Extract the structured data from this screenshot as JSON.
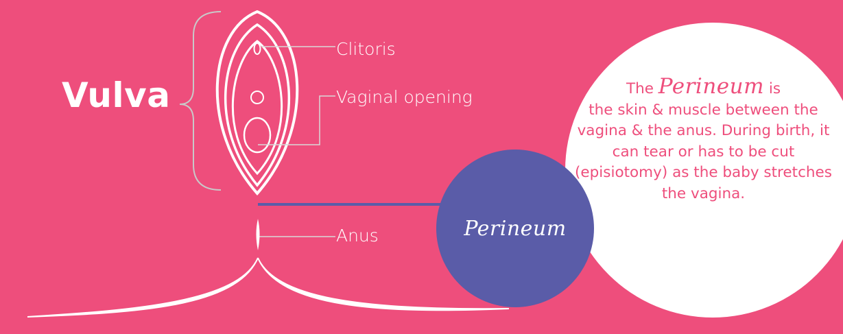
{
  "title": "Vulva",
  "labels": {
    "clitoris": "Clitoris",
    "vaginal_opening": "Vaginal opening",
    "anus": "Anus",
    "perineum": "Perineum"
  },
  "info": {
    "prefix": "The",
    "highlight": "Perineum",
    "suffix": "is",
    "body": "the skin & muscle between the vagina & the anus. During birth, it can tear or has to be cut (episiotomy) as the baby stretches the vagina."
  },
  "colors": {
    "background": "#ee4e7c",
    "perineum_bubble": "#5a5ca8",
    "info_circle": "#ffffff",
    "info_text": "#ee4e7c",
    "bracket": "#c9c9c9",
    "leader": "#d8d8d8"
  }
}
